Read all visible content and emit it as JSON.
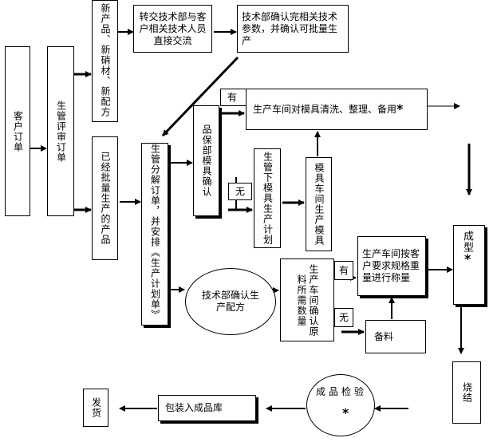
{
  "nodes": {
    "customer_order": "客户订单",
    "production_review": "生管评审订单",
    "new_product": "新产品、新硝材、新配方",
    "existing_product": "已经批量生产的产品",
    "tech_exchange": "转交技术部与客户相关技术人员直接交流",
    "tech_confirm": "技术部确认完相关技术参数，并确认可批量生产",
    "production_plan": "生管分解订单，并安排《生产计划单》",
    "quality_mold": "品保部模具确认",
    "mold_prep": "生产车间对模具清洗、整理、备用",
    "mold_plan": "生管下模具生产计划",
    "mold_workshop": "模具车间生产模具",
    "tech_formula": "技术部确认生产配方",
    "material_confirm": "生产车间确认原料所需数量",
    "weigh": "生产车间按客户要求规格重量进行称量",
    "prepare_material": "备料",
    "molding": "成型",
    "sintering": "烧结",
    "inspection": "成品检验",
    "warehouse": "包装入成品库",
    "shipping": "发货"
  },
  "labels": {
    "has_mold": "有",
    "no_mold": "无",
    "has_material": "有",
    "no_material": "无",
    "star": "*"
  }
}
